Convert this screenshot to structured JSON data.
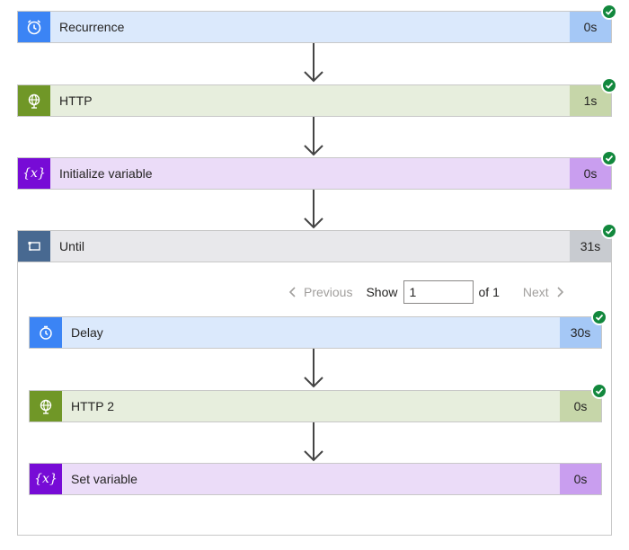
{
  "steps": [
    {
      "title": "Recurrence",
      "duration": "0s",
      "icon": "alarm-clock-icon",
      "color": "#3b84f5",
      "bar": "#dbe9fc",
      "durbg": "#a5c8f6"
    },
    {
      "title": "HTTP",
      "duration": "1s",
      "icon": "globe-icon",
      "color": "#709727",
      "bar": "#e7eedd",
      "durbg": "#c6d6a9"
    },
    {
      "title": "Initialize variable",
      "duration": "0s",
      "icon": "variable-icon",
      "color": "#770bd6",
      "bar": "#ebdcf8",
      "durbg": "#c99eef"
    },
    {
      "title": "Until",
      "duration": "31s",
      "icon": "loop-icon",
      "color": "#486991",
      "bar": "#e8e8eb",
      "durbg": "#c8cbd0"
    }
  ],
  "pager": {
    "previous": "Previous",
    "show": "Show",
    "page_value": "1",
    "of": "of 1",
    "next": "Next"
  },
  "inner_steps": [
    {
      "title": "Delay",
      "duration": "30s",
      "icon": "timer-icon",
      "color": "#3b84f5",
      "bar": "#dbe9fc",
      "durbg": "#a5c8f6"
    },
    {
      "title": "HTTP 2",
      "duration": "0s",
      "icon": "globe-icon",
      "color": "#709727",
      "bar": "#e7eedd",
      "durbg": "#c6d6a9"
    },
    {
      "title": "Set variable",
      "duration": "0s",
      "icon": "variable-icon",
      "color": "#770bd6",
      "bar": "#ebdcf8",
      "durbg": "#c99eef"
    }
  ]
}
